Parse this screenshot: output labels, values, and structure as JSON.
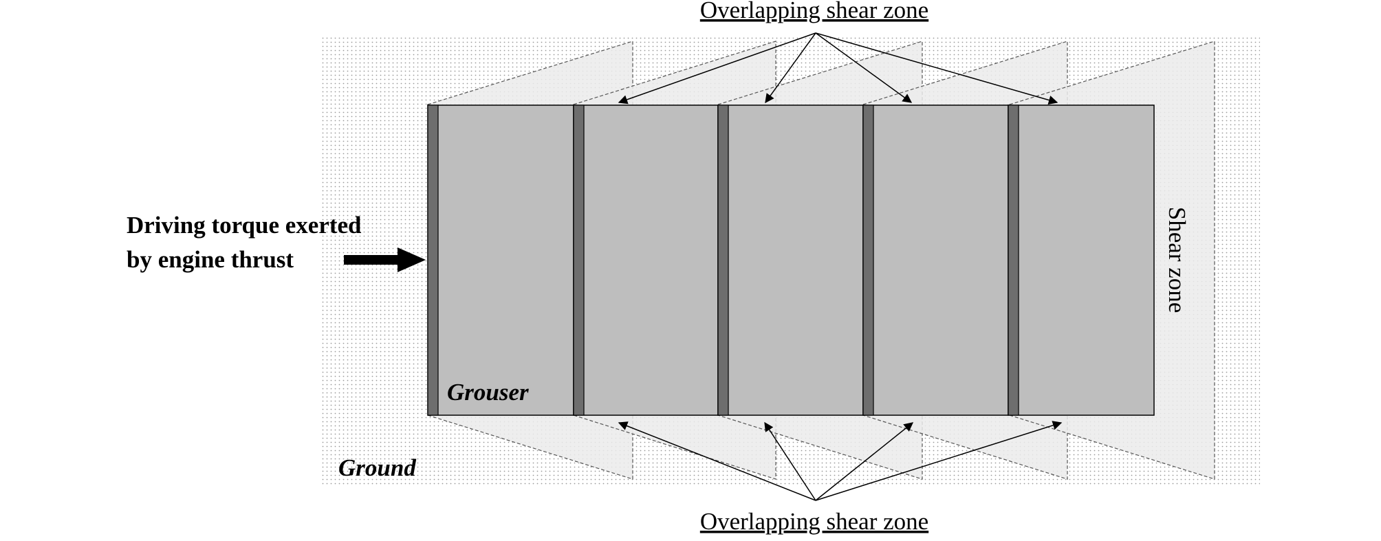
{
  "labels": {
    "top_annotation": "Overlapping shear zone",
    "bottom_annotation": "Overlapping shear zone",
    "torque_line1": "Driving torque exerted",
    "torque_line2": "by engine thrust",
    "grouser": "Grouser",
    "ground": "Ground",
    "shear_zone": "Shear zone"
  },
  "colors": {
    "background": "#ffffff",
    "ground_dots": "#9a9a9a",
    "shear_fill": "#ebebeb",
    "plate_fill": "#bebebe",
    "grouser_bar": "#6e6e6e",
    "outline": "#000000"
  },
  "icons": {
    "thrust_arrow": "arrow-right-thick-icon"
  }
}
